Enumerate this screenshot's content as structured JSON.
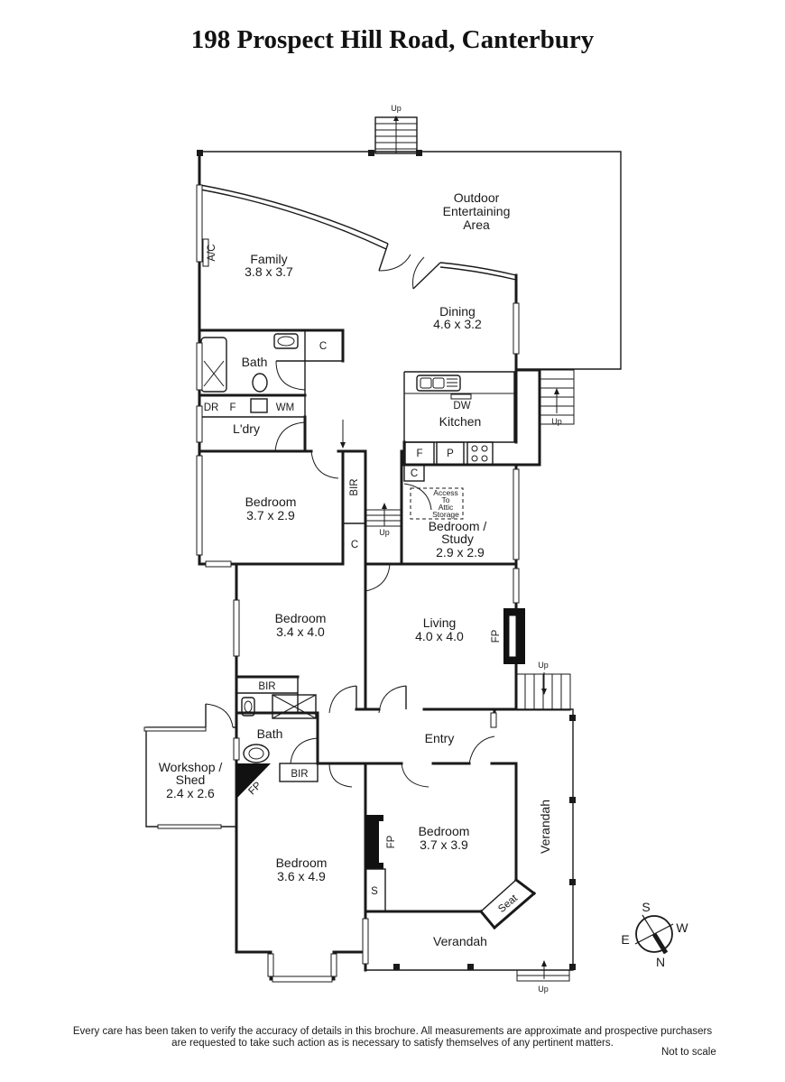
{
  "title": "198 Prospect Hill Road, Canterbury",
  "rooms": {
    "outdoor": [
      "Outdoor",
      "Entertaining",
      "Area"
    ],
    "family": {
      "name": "Family",
      "size": "3.8 x 3.7"
    },
    "dining": {
      "name": "Dining",
      "size": "4.6 x 3.2"
    },
    "kitchen": {
      "name": "Kitchen"
    },
    "bath_top": {
      "name": "Bath"
    },
    "laundry": {
      "name": "L'dry"
    },
    "bedroom_upper": {
      "name": "Bedroom",
      "size": "3.7 x 2.9"
    },
    "bedroom_study": {
      "name": "Bedroom /",
      "name2": "Study",
      "size": "2.9 x 2.9"
    },
    "bedroom_mid": {
      "name": "Bedroom",
      "size": "3.4 x 4.0"
    },
    "living": {
      "name": "Living",
      "size": "4.0 x 4.0"
    },
    "bath_lower": {
      "name": "Bath"
    },
    "entry": {
      "name": "Entry"
    },
    "workshop": {
      "name": "Workshop /",
      "name2": "Shed",
      "size": "2.4 x 2.6"
    },
    "bedroom_right": {
      "name": "Bedroom",
      "size": "3.7 x 3.9"
    },
    "bedroom_lower": {
      "name": "Bedroom",
      "size": "3.6 x 4.9"
    },
    "verandah_side": {
      "name": "Verandah"
    },
    "verandah_front": {
      "name": "Verandah"
    },
    "seat": {
      "name": "Seat"
    }
  },
  "fixtures": {
    "ac": "A/C",
    "dr": "DR",
    "f": "F",
    "wm": "WM",
    "dw": "DW",
    "fridge": "F",
    "pantry": "P",
    "cupboard": "C",
    "bir": "BIR",
    "fp": "FP",
    "s": "S",
    "attic": [
      "Access",
      "To",
      "Attic",
      "Storage"
    ],
    "up": "Up"
  },
  "compass": {
    "s": "S",
    "w": "W",
    "e": "E",
    "n": "N"
  },
  "disclaimer": [
    "Every care has been taken to verify the accuracy of details in this brochure.  All measurements are approximate and prospective purchasers",
    "are requested to take such action as is necessary to satisfy themselves of any pertinent matters."
  ],
  "scale_note": "Not to scale"
}
